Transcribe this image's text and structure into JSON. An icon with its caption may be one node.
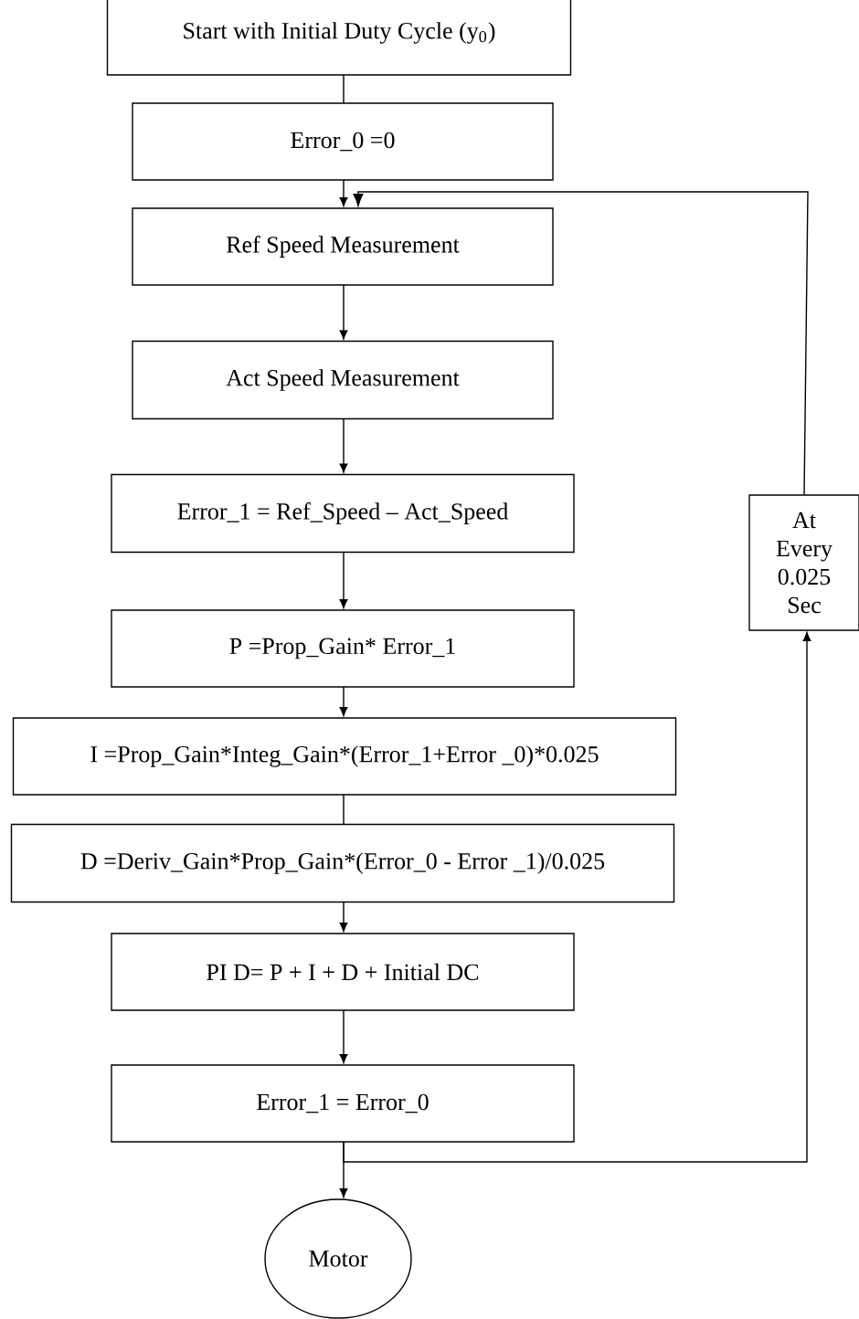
{
  "diagram": {
    "nodes": [
      {
        "text": [
          "Start with Initial Duty Cycle (y$_{0}$)"
        ]
      },
      {
        "text": [
          "Error_0 =0"
        ]
      },
      {
        "text": [
          "Ref Speed Measurement"
        ]
      },
      {
        "text": [
          "Act Speed Measurement"
        ]
      },
      {
        "text": [
          "Error_1 = Ref_Speed – Act_Speed"
        ]
      },
      {
        "text": [
          "P =Prop_Gain* Error_1"
        ]
      },
      {
        "text": [
          "I =Prop_Gain*Integ_Gain*(Error_1+Error _0)*0.025"
        ]
      },
      {
        "text": [
          "D =Deriv_Gain*Prop_Gain*(Error_0 - Error _1)/0.025"
        ]
      },
      {
        "text": [
          "PI D= P + I + D + Initial DC"
        ]
      },
      {
        "text": [
          "Error_1 = Error_0"
        ]
      },
      {
        "text": [
          "Motor"
        ]
      },
      {
        "text": [
          "At Every 0.025 Sec"
        ]
      }
    ],
    "edges": [
      {
        "from": 0,
        "to": 1,
        "arrow": "none"
      },
      {
        "from": 1,
        "to": 2,
        "arrow": "to"
      },
      {
        "from": 2,
        "to": 3,
        "arrow": "to"
      },
      {
        "from": 3,
        "to": 4,
        "arrow": "to"
      },
      {
        "from": 4,
        "to": 5,
        "arrow": "to"
      },
      {
        "from": 5,
        "to": 6,
        "arrow": "to"
      },
      {
        "from": 6,
        "to": 7,
        "arrow": "none"
      },
      {
        "from": 7,
        "to": 8,
        "arrow": "to"
      },
      {
        "from": 8,
        "to": 9,
        "arrow": "to"
      },
      {
        "from": 9,
        "to": 10,
        "arrow": "to"
      },
      {
        "from": 9,
        "to": 11,
        "arrow": "to"
      },
      {
        "from": 11,
        "to": 2,
        "arrow": "to"
      }
    ]
  }
}
